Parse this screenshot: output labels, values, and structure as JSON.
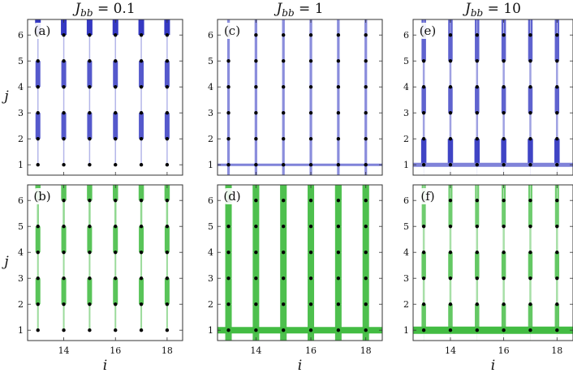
{
  "chart_data": {
    "type": "heatmap",
    "xlabel": "i",
    "ylabel": "j",
    "x_ticks": [
      14,
      16,
      18
    ],
    "y_ticks": [
      1,
      2,
      3,
      4,
      5,
      6
    ],
    "xlim": [
      12.6,
      18.6
    ],
    "ylim": [
      0.6,
      6.6
    ],
    "sites_i": [
      13,
      14,
      15,
      16,
      17,
      18
    ],
    "sites_j": [
      1,
      2,
      3,
      4,
      5,
      6
    ],
    "column_titles": [
      "J_bb = 0.1",
      "J_bb = 1",
      "J_bb = 10"
    ],
    "column_titles_display": [
      {
        "base": "J",
        "sub": "bb",
        "rest": " = 0.1"
      },
      {
        "base": "J",
        "sub": "bb",
        "rest": " = 1"
      },
      {
        "base": "J",
        "sub": "bb",
        "rest": " = 10"
      }
    ],
    "colors": {
      "top_row": "#2a2fbf",
      "bottom_row": "#22b022",
      "site": "#000000",
      "frame": "#333333"
    },
    "panels": [
      {
        "label": "(a)",
        "row": 0,
        "col": 0,
        "vertical_bond_widths": [
          7,
          1.5,
          6,
          1.5,
          6,
          1.5
        ],
        "vertical_bond_shades": [
          0.95,
          0.35,
          0.8,
          0.35,
          0.8,
          0.35
        ],
        "horizontal_bond_width": 0
      },
      {
        "label": "(c)",
        "row": 0,
        "col": 1,
        "vertical_bond_widths": [
          3.2,
          3.2,
          3.2,
          3.2,
          3.2,
          3.2
        ],
        "vertical_bond_shades": [
          0.55,
          0.55,
          0.55,
          0.55,
          0.55,
          0.55
        ],
        "horizontal_bond_width": 3
      },
      {
        "label": "(e)",
        "row": 0,
        "col": 2,
        "vertical_bond_widths": [
          0.6,
          6.5,
          2.5,
          5.5,
          2.5,
          5.5
        ],
        "vertical_bond_shades": [
          0.15,
          0.9,
          0.45,
          0.75,
          0.45,
          0.75
        ],
        "horizontal_bond_width": 5
      },
      {
        "label": "(b)",
        "row": 1,
        "col": 0,
        "vertical_bond_widths": [
          6.5,
          2,
          6,
          2,
          6,
          2.5
        ],
        "vertical_bond_shades": [
          0.75,
          0.45,
          0.75,
          0.45,
          0.75,
          0.5
        ],
        "horizontal_bond_width": 0
      },
      {
        "label": "(d)",
        "row": 1,
        "col": 1,
        "vertical_bond_widths": [
          8,
          8,
          8,
          8,
          8,
          8
        ],
        "vertical_bond_shades": [
          0.8,
          0.8,
          0.8,
          0.8,
          0.8,
          0.8
        ],
        "horizontal_bond_width": 8
      },
      {
        "label": "(f)",
        "row": 1,
        "col": 2,
        "vertical_bond_widths": [
          0.6,
          5.5,
          2.5,
          5.5,
          2.5,
          5
        ],
        "vertical_bond_shades": [
          0.15,
          0.7,
          0.4,
          0.7,
          0.4,
          0.65
        ],
        "horizontal_bond_width": 9
      }
    ]
  }
}
